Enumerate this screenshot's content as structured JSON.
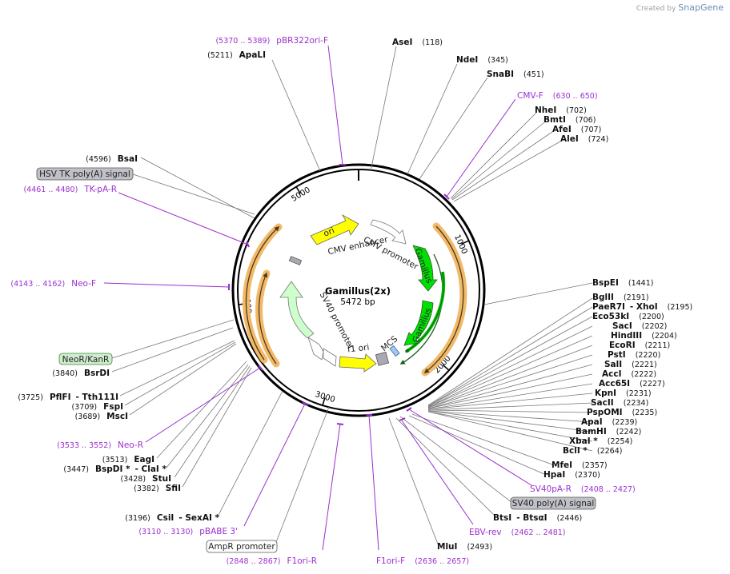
{
  "watermark": {
    "prefix": "Created by",
    "brand": "SnapGene"
  },
  "plasmid": {
    "name": "Gamillus(2x)",
    "length_label": "5472 bp",
    "length": 5472
  },
  "ticks": [
    "1000",
    "2000",
    "3000",
    "4000",
    "5000"
  ],
  "tick_values": [
    1000,
    2000,
    3000,
    4000,
    5000
  ],
  "enzymes": [
    {
      "name": "AseI",
      "pos": "(118)"
    },
    {
      "name": "NdeI",
      "pos": "(345)"
    },
    {
      "name": "SnaBI",
      "pos": "(451)"
    },
    {
      "name": "NheI",
      "pos": "(702)"
    },
    {
      "name": "BmtI",
      "pos": "(706)"
    },
    {
      "name": "AfeI",
      "pos": "(707)"
    },
    {
      "name": "AleI",
      "pos": "(724)"
    },
    {
      "name": "BspEI",
      "pos": "(1441)"
    },
    {
      "name": "BglII",
      "pos": "(2191)"
    },
    {
      "name": "PaeR7I",
      "pos": ""
    },
    {
      "name": "- XhoI",
      "pos": "(2195)"
    },
    {
      "name": "Eco53kI",
      "pos": "(2200)"
    },
    {
      "name": "SacI",
      "pos": "(2202)"
    },
    {
      "name": "HindIII",
      "pos": "(2204)"
    },
    {
      "name": "EcoRI",
      "pos": "(2211)"
    },
    {
      "name": "PstI",
      "pos": "(2220)"
    },
    {
      "name": "SalI",
      "pos": "(2221)"
    },
    {
      "name": "AccI",
      "pos": "(2222)"
    },
    {
      "name": "Acc65I",
      "pos": "(2227)"
    },
    {
      "name": "KpnI",
      "pos": "(2231)"
    },
    {
      "name": "SacII",
      "pos": "(2234)"
    },
    {
      "name": "PspOMI",
      "pos": "(2235)"
    },
    {
      "name": "ApaI",
      "pos": "(2239)"
    },
    {
      "name": "BamHI",
      "pos": "(2242)"
    },
    {
      "name": "XbaI *",
      "pos": "(2254)"
    },
    {
      "name": "BclI *",
      "pos": "(2264)"
    },
    {
      "name": "MfeI",
      "pos": "(2357)"
    },
    {
      "name": "HpaI",
      "pos": "(2370)"
    },
    {
      "name": "BtsI",
      "pos": ""
    },
    {
      "name": "- BtsαI",
      "pos": "(2446)"
    },
    {
      "name": "MluI",
      "pos": "(2493)"
    },
    {
      "name": "CsiI",
      "pos": "(3196)"
    },
    {
      "name": "- SexAI *",
      "pos": ""
    },
    {
      "name": "SfiI",
      "pos": "(3382)"
    },
    {
      "name": "StuI",
      "pos": "(3428)"
    },
    {
      "name": "BspDI *",
      "pos": "(3447)"
    },
    {
      "name": "- ClaI *",
      "pos": ""
    },
    {
      "name": "EagI",
      "pos": "(3513)"
    },
    {
      "name": "MscI",
      "pos": "(3689)"
    },
    {
      "name": "FspI",
      "pos": "(3709)"
    },
    {
      "name": "PflFI",
      "pos": "(3725)"
    },
    {
      "name": "- Tth111I",
      "pos": ""
    },
    {
      "name": "BsrDI",
      "pos": "(3840)"
    },
    {
      "name": "BsaI",
      "pos": "(4596)"
    },
    {
      "name": "ApaLI",
      "pos": "(5211)"
    }
  ],
  "primers": [
    {
      "name": "pBR322ori-F",
      "range": "(5370 .. 5389)"
    },
    {
      "name": "CMV-F",
      "range": "(630 .. 650)"
    },
    {
      "name": "TK-pA-R",
      "range": "(4461 .. 4480)"
    },
    {
      "name": "Neo-F",
      "range": "(4143 .. 4162)"
    },
    {
      "name": "Neo-R",
      "range": "(3533 .. 3552)"
    },
    {
      "name": "pBABE 3'",
      "range": "(3110 .. 3130)"
    },
    {
      "name": "F1ori-R",
      "range": "(2848 .. 2867)"
    },
    {
      "name": "F1ori-F",
      "range": "(2636 .. 2657)"
    },
    {
      "name": "EBV-rev",
      "range": "(2462 .. 2481)"
    },
    {
      "name": "SV40pA-R",
      "range": "(2408 .. 2427)"
    }
  ],
  "feature_boxes": [
    {
      "name": "HSV TK poly(A) signal"
    },
    {
      "name": "NeoR/KanR"
    },
    {
      "name": "AmpR promoter"
    },
    {
      "name": "SV40 poly(A) signal"
    }
  ],
  "features": [
    {
      "name": "ori"
    },
    {
      "name": "CMV enhancer"
    },
    {
      "name": "CMV promoter"
    },
    {
      "name": "Gamillus"
    },
    {
      "name": "Gamillus"
    },
    {
      "name": "MCS"
    },
    {
      "name": "f1 ori"
    },
    {
      "name": "SV40 promoter"
    }
  ],
  "colors": {
    "yellow": "#ffff00",
    "green": "#00e000",
    "lightgreen": "#ccffcc",
    "orange": "#f2b96a",
    "neo": "#cfeccf",
    "grey": "#c0c0c8",
    "mcs": "#9ec8ef",
    "primer": "#9b2fd0"
  }
}
